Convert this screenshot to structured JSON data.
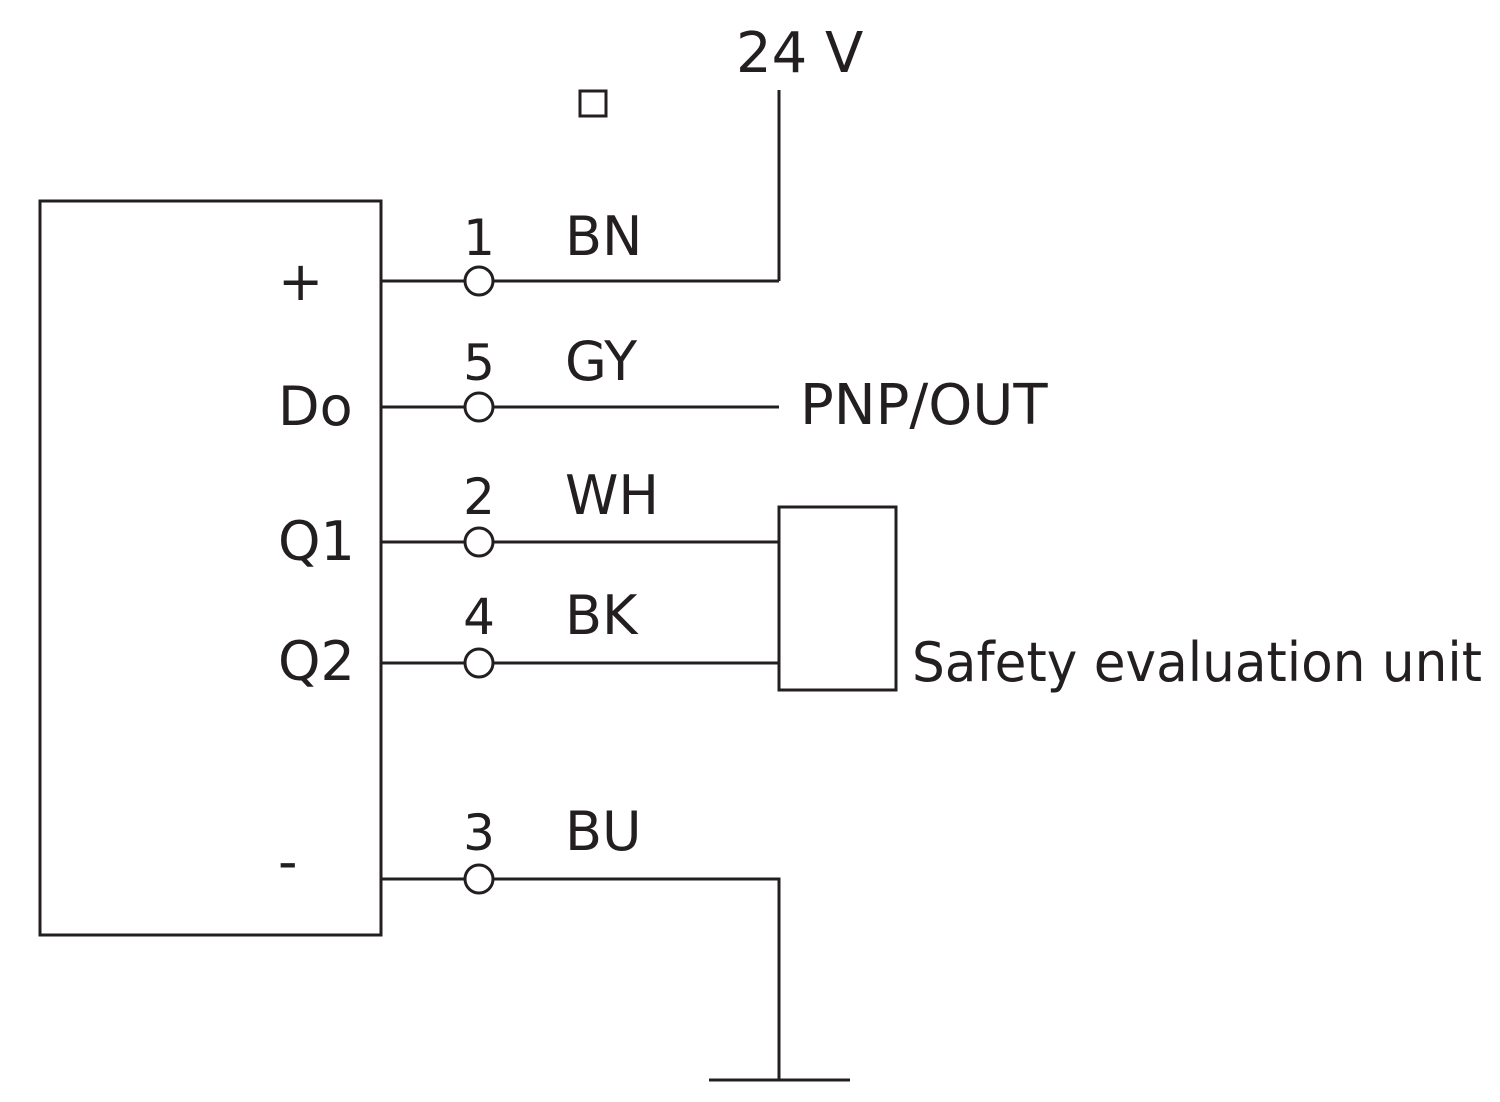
{
  "supply_label": "24 V",
  "output_label": "PNP/OUT",
  "evaluation_unit_label": "Safety evaluation unit",
  "connections": [
    {
      "device_pin": "+",
      "pin_number": "1",
      "wire_color": "BN"
    },
    {
      "device_pin": "Do",
      "pin_number": "5",
      "wire_color": "GY"
    },
    {
      "device_pin": "Q1",
      "pin_number": "2",
      "wire_color": "WH"
    },
    {
      "device_pin": "Q2",
      "pin_number": "4",
      "wire_color": "BK"
    },
    {
      "device_pin": "-",
      "pin_number": "3",
      "wire_color": "BU"
    }
  ],
  "line_color": "#231f20"
}
